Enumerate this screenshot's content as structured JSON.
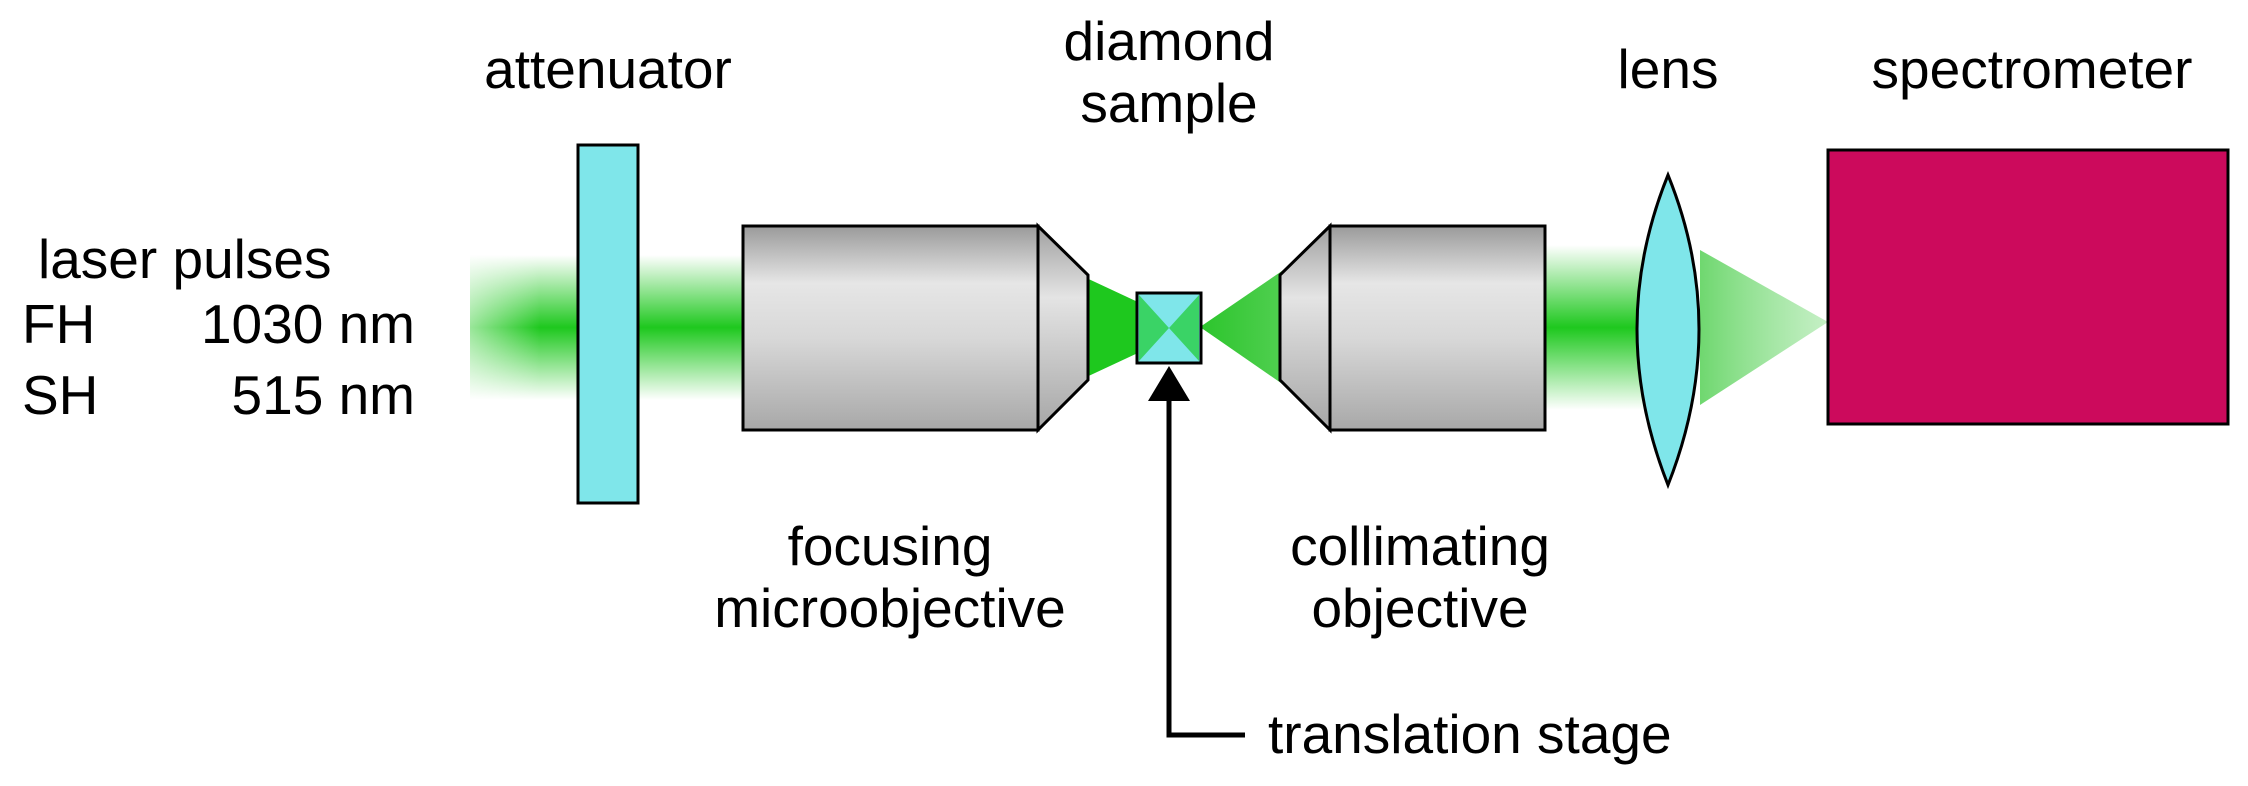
{
  "labels": {
    "attenuator": "attenuator",
    "diamond_sample": [
      "diamond",
      "sample"
    ],
    "lens": "lens",
    "spectrometer": "spectrometer",
    "laser_pulses": "laser pulses",
    "fh_name": "FH",
    "fh_wavelength": "1030 nm",
    "sh_name": "SH",
    "sh_wavelength": "515 nm",
    "focusing_microobjective": [
      "focusing",
      "microobjective"
    ],
    "collimating_objective": [
      "collimating",
      "objective"
    ],
    "translation_stage": "translation stage"
  },
  "colors": {
    "beam_green": "#1ec81e",
    "optic_cyan": "#7fe6ea",
    "objective_gray": "#cfcfcf",
    "spectrometer_magenta": "#cc0a5c",
    "outline": "#000000"
  }
}
